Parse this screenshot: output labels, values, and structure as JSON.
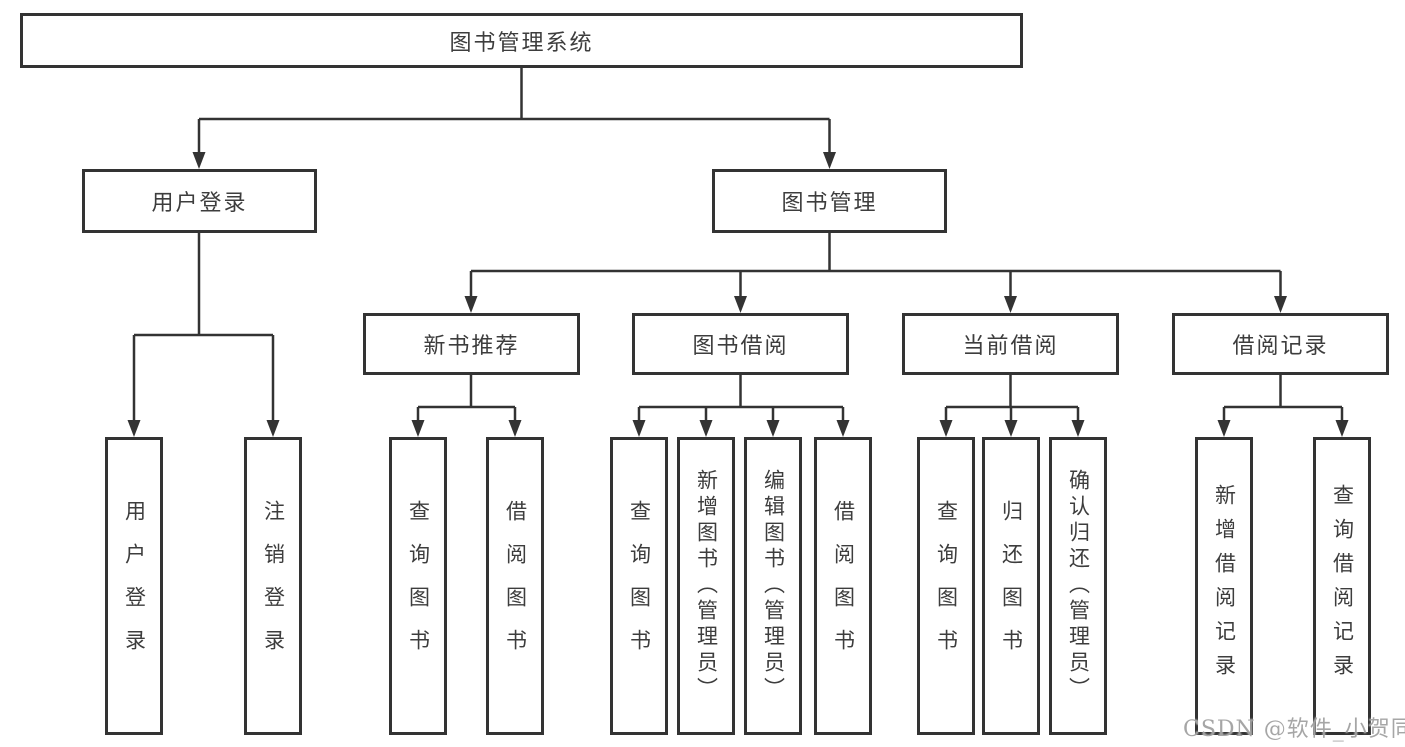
{
  "diagram": {
    "root": {
      "label": "图书管理系统",
      "children": [
        {
          "label": "用户登录",
          "children": [
            {
              "label": "用户登录"
            },
            {
              "label": "注销登录"
            }
          ]
        },
        {
          "label": "图书管理",
          "children": [
            {
              "label": "新书推荐",
              "children": [
                {
                  "label": "查询图书"
                },
                {
                  "label": "借阅图书"
                }
              ]
            },
            {
              "label": "图书借阅",
              "children": [
                {
                  "label": "查询图书"
                },
                {
                  "label": "新增图书（管理员）"
                },
                {
                  "label": "编辑图书（管理员）"
                },
                {
                  "label": "借阅图书"
                }
              ]
            },
            {
              "label": "当前借阅",
              "children": [
                {
                  "label": "查询图书"
                },
                {
                  "label": "归还图书"
                },
                {
                  "label": "确认归还（管理员）"
                }
              ]
            },
            {
              "label": "借阅记录",
              "children": [
                {
                  "label": "新增借阅记录"
                },
                {
                  "label": "查询借阅记录"
                }
              ]
            }
          ]
        }
      ]
    }
  },
  "watermark": {
    "text": "CSDN @软件_小贺同学"
  },
  "colors": {
    "line": "#333333",
    "text": "#3d3d3d",
    "box_background": "#ffffff",
    "watermark": "#9e9e9e",
    "page_background": "#ffffff"
  }
}
